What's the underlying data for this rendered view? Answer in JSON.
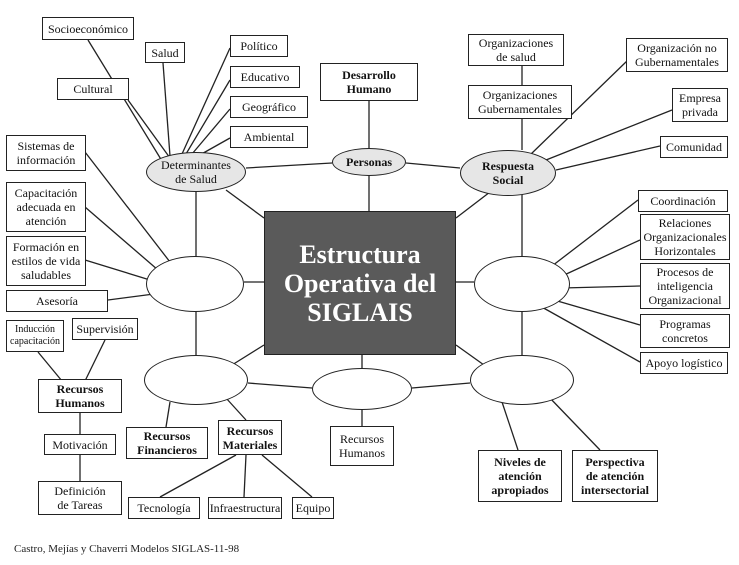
{
  "center": "Estructura\nOperativa del\nSIGLAIS",
  "nodes": {
    "personas": "Personas",
    "desarrollo_humano": "Desarrollo\nHumano",
    "determinantes": "Determinantes\nde Salud",
    "respuesta_social": "Respuesta\nSocial"
  },
  "determinantes_items": {
    "socioeconomico": "Socioeconómico",
    "salud": "Salud",
    "politico": "Político",
    "cultural": "Cultural",
    "educativo": "Educativo",
    "geografico": "Geográfico",
    "ambiental": "Ambiental"
  },
  "respuesta_items": {
    "org_salud": "Organizaciones\nde salud",
    "org_gub": "Organizaciones\nGubernamentales",
    "ong": "Organización no\nGubernamentales",
    "empresa": "Empresa\nprivada",
    "comunidad": "Comunidad"
  },
  "left_items": {
    "sistemas": "Sistemas de\ninformación",
    "capacitacion": "Capacitación\nadecuada en\natención",
    "formacion": "Formación en\nestilos de vida\nsaludables",
    "asesoria": "Asesoría"
  },
  "right_items": {
    "coordinacion": "Coordinación",
    "relaciones": "Relaciones\nOrganizacionales\nHorizontales",
    "procesos": "Procesos de\ninteligencia\nOrganizacional",
    "programas": "Programas\nconcretos",
    "apoyo": "Apoyo logístico"
  },
  "rrhh": {
    "induccion": "Inducción\ncapacitación",
    "supervision": "Supervisión",
    "recursos_humanos": "Recursos\nHumanos",
    "motivacion": "Motivación",
    "definicion": "Definición\nde Tareas"
  },
  "bottom": {
    "financieros": "Recursos\nFinancieros",
    "materiales": "Recursos\nMateriales",
    "humanos": "Recursos\nHumanos",
    "tecnologia": "Tecnología",
    "infraestructura": "Infraestructura",
    "equipo": "Equipo",
    "niveles": "Niveles de\natención\napropiados",
    "perspectiva": "Perspectiva\nde atención\nintersectorial"
  },
  "caption": "Castro, Mejías y Chaverri Modelos SIGLAS-11-98"
}
